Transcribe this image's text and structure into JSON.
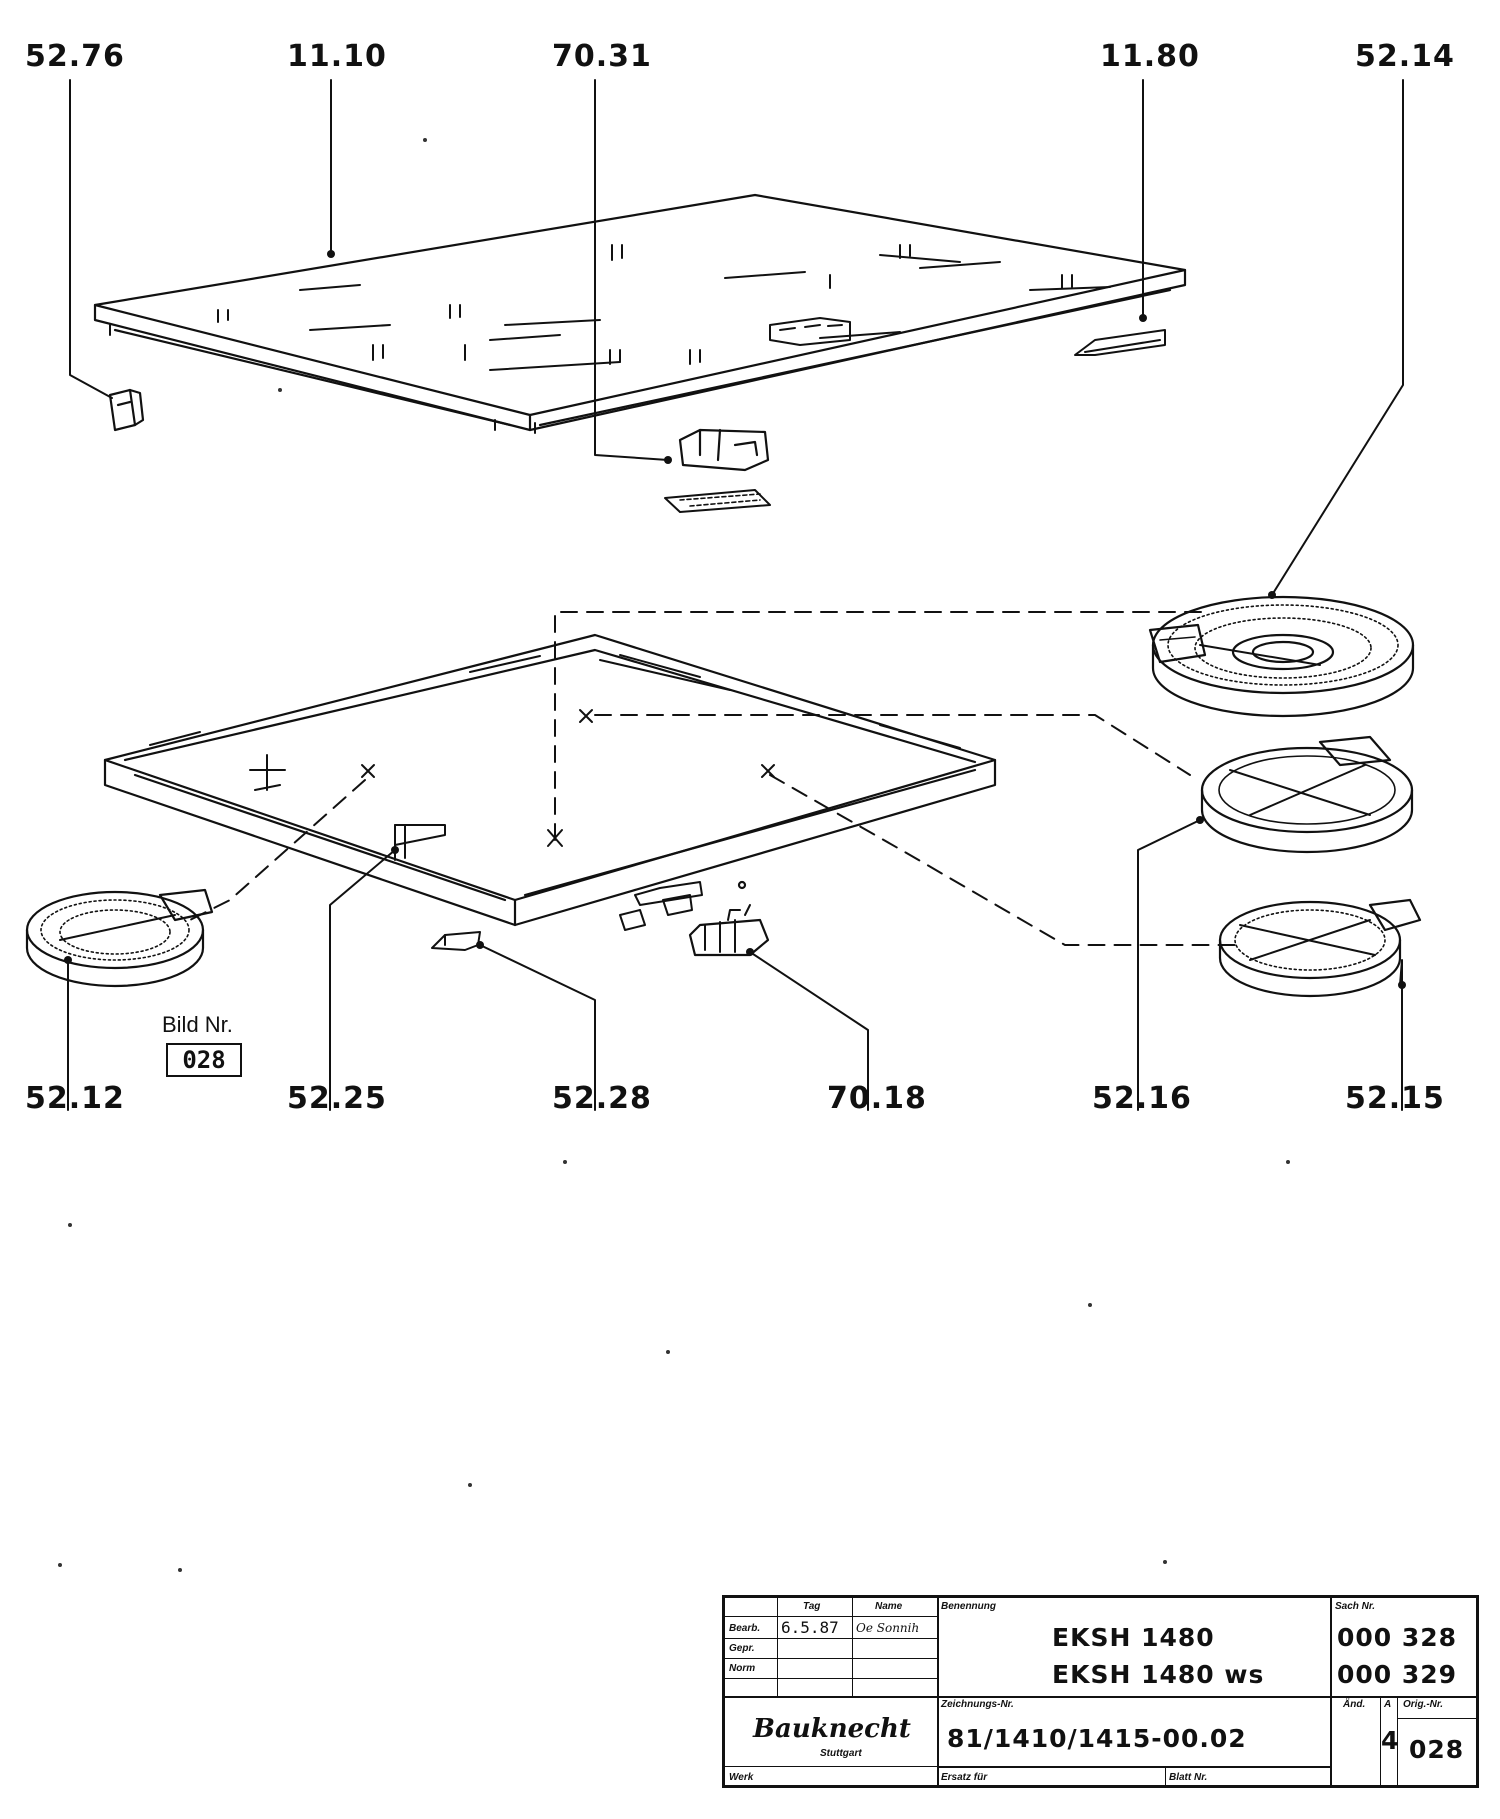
{
  "callouts": {
    "c5276": "52.76",
    "c1110": "11.10",
    "c7031": "70.31",
    "c1180": "11.80",
    "c5214": "52.14",
    "c5212": "52.12",
    "c5225": "52.25",
    "c5228": "52.28",
    "c7018": "70.18",
    "c5216": "52.16",
    "c5215": "52.15"
  },
  "bild": {
    "label": "Bild Nr.",
    "number": "028"
  },
  "title_block": {
    "tag_header": "Tag",
    "name_header": "Name",
    "bearb_label": "Bearb.",
    "bearb_date": "6.5.87",
    "bearb_name": "Oe Sonnih",
    "gepr_label": "Gepr.",
    "norm_label": "Norm",
    "benennung_label": "Benennung",
    "model_1": "EKSH 1480",
    "model_2": "EKSH 1480 ws",
    "sach_label": "Sach Nr.",
    "sach_1": "000 328",
    "sach_2": "000 329",
    "zeichnung_label": "Zeichnungs-Nr.",
    "zeichnung_nr": "81/1410/1415-00.02",
    "aend_label": "Änd.",
    "aend_small": "A",
    "aend_value": "4",
    "orig_label": "Orig.-Nr.",
    "orig_value": "028",
    "brand_name": "Bauknecht",
    "brand_city": "Stuttgart",
    "werk_label": "Werk",
    "ersatz_label": "Ersatz für",
    "blatt_label": "Blatt Nr."
  }
}
